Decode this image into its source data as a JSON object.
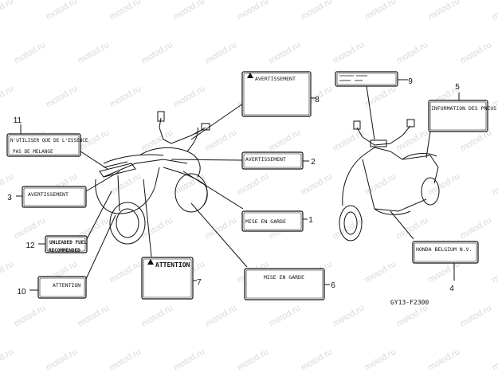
{
  "watermark": "motod.ru",
  "ref_code": "GY13-F2300",
  "labels": [
    {
      "num": "1",
      "lines": [
        "MISE EN GARDE"
      ]
    },
    {
      "num": "2",
      "lines": [
        "AVERTISSEMENT"
      ]
    },
    {
      "num": "3",
      "lines": [
        "AVERTISSEMENT"
      ]
    },
    {
      "num": "4",
      "lines": [
        "HONDA BELGIUM N.V."
      ]
    },
    {
      "num": "5",
      "lines": [
        "INFORMATION DES PNEUS"
      ]
    },
    {
      "num": "6",
      "lines": [
        "MISE EN GARDE"
      ]
    },
    {
      "num": "7",
      "lines": [
        "ATTENTION"
      ]
    },
    {
      "num": "8",
      "lines": [
        "AVERTISSEMENT"
      ]
    },
    {
      "num": "9",
      "lines": []
    },
    {
      "num": "10",
      "lines": [
        "ATTENTION"
      ]
    },
    {
      "num": "11",
      "lines": [
        "N'UTILISER QUE DE L'ESSENCE",
        "PAS DE MELANGE"
      ]
    },
    {
      "num": "12",
      "lines": [
        "UNLEADED FUEL",
        "RECOMMENDED"
      ]
    }
  ]
}
